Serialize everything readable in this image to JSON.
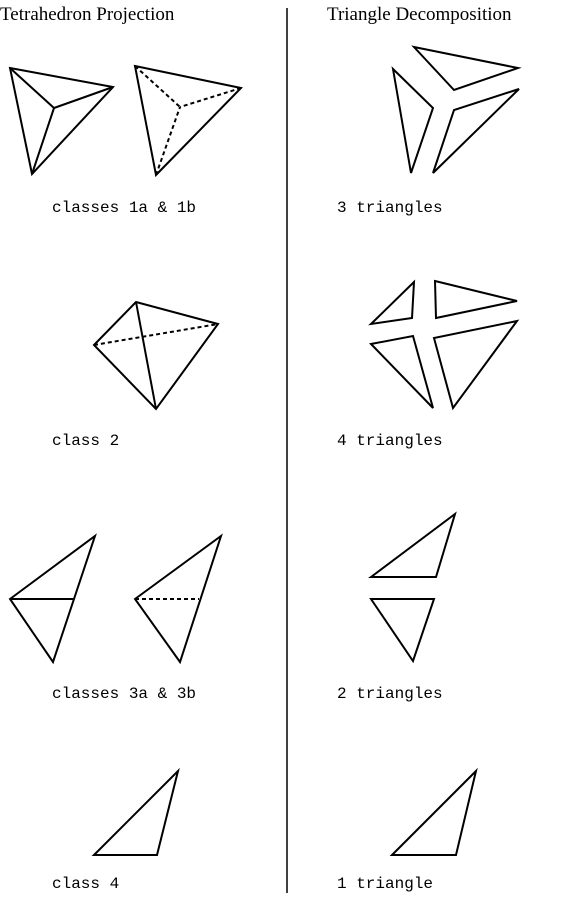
{
  "headings": {
    "left": "Tetrahedron Projection",
    "right": "Triangle Decomposition"
  },
  "captions": {
    "class_1": "classes 1a & 1b",
    "class_2": "class 2",
    "class_3": "classes 3a & 3b",
    "class_4": "class 4",
    "tri_3": "3 triangles",
    "tri_4": "4 triangles",
    "tri_2": "2 triangles",
    "tri_1": "1 triangle"
  },
  "colors": {
    "stroke": "#000000",
    "background": "#ffffff"
  }
}
